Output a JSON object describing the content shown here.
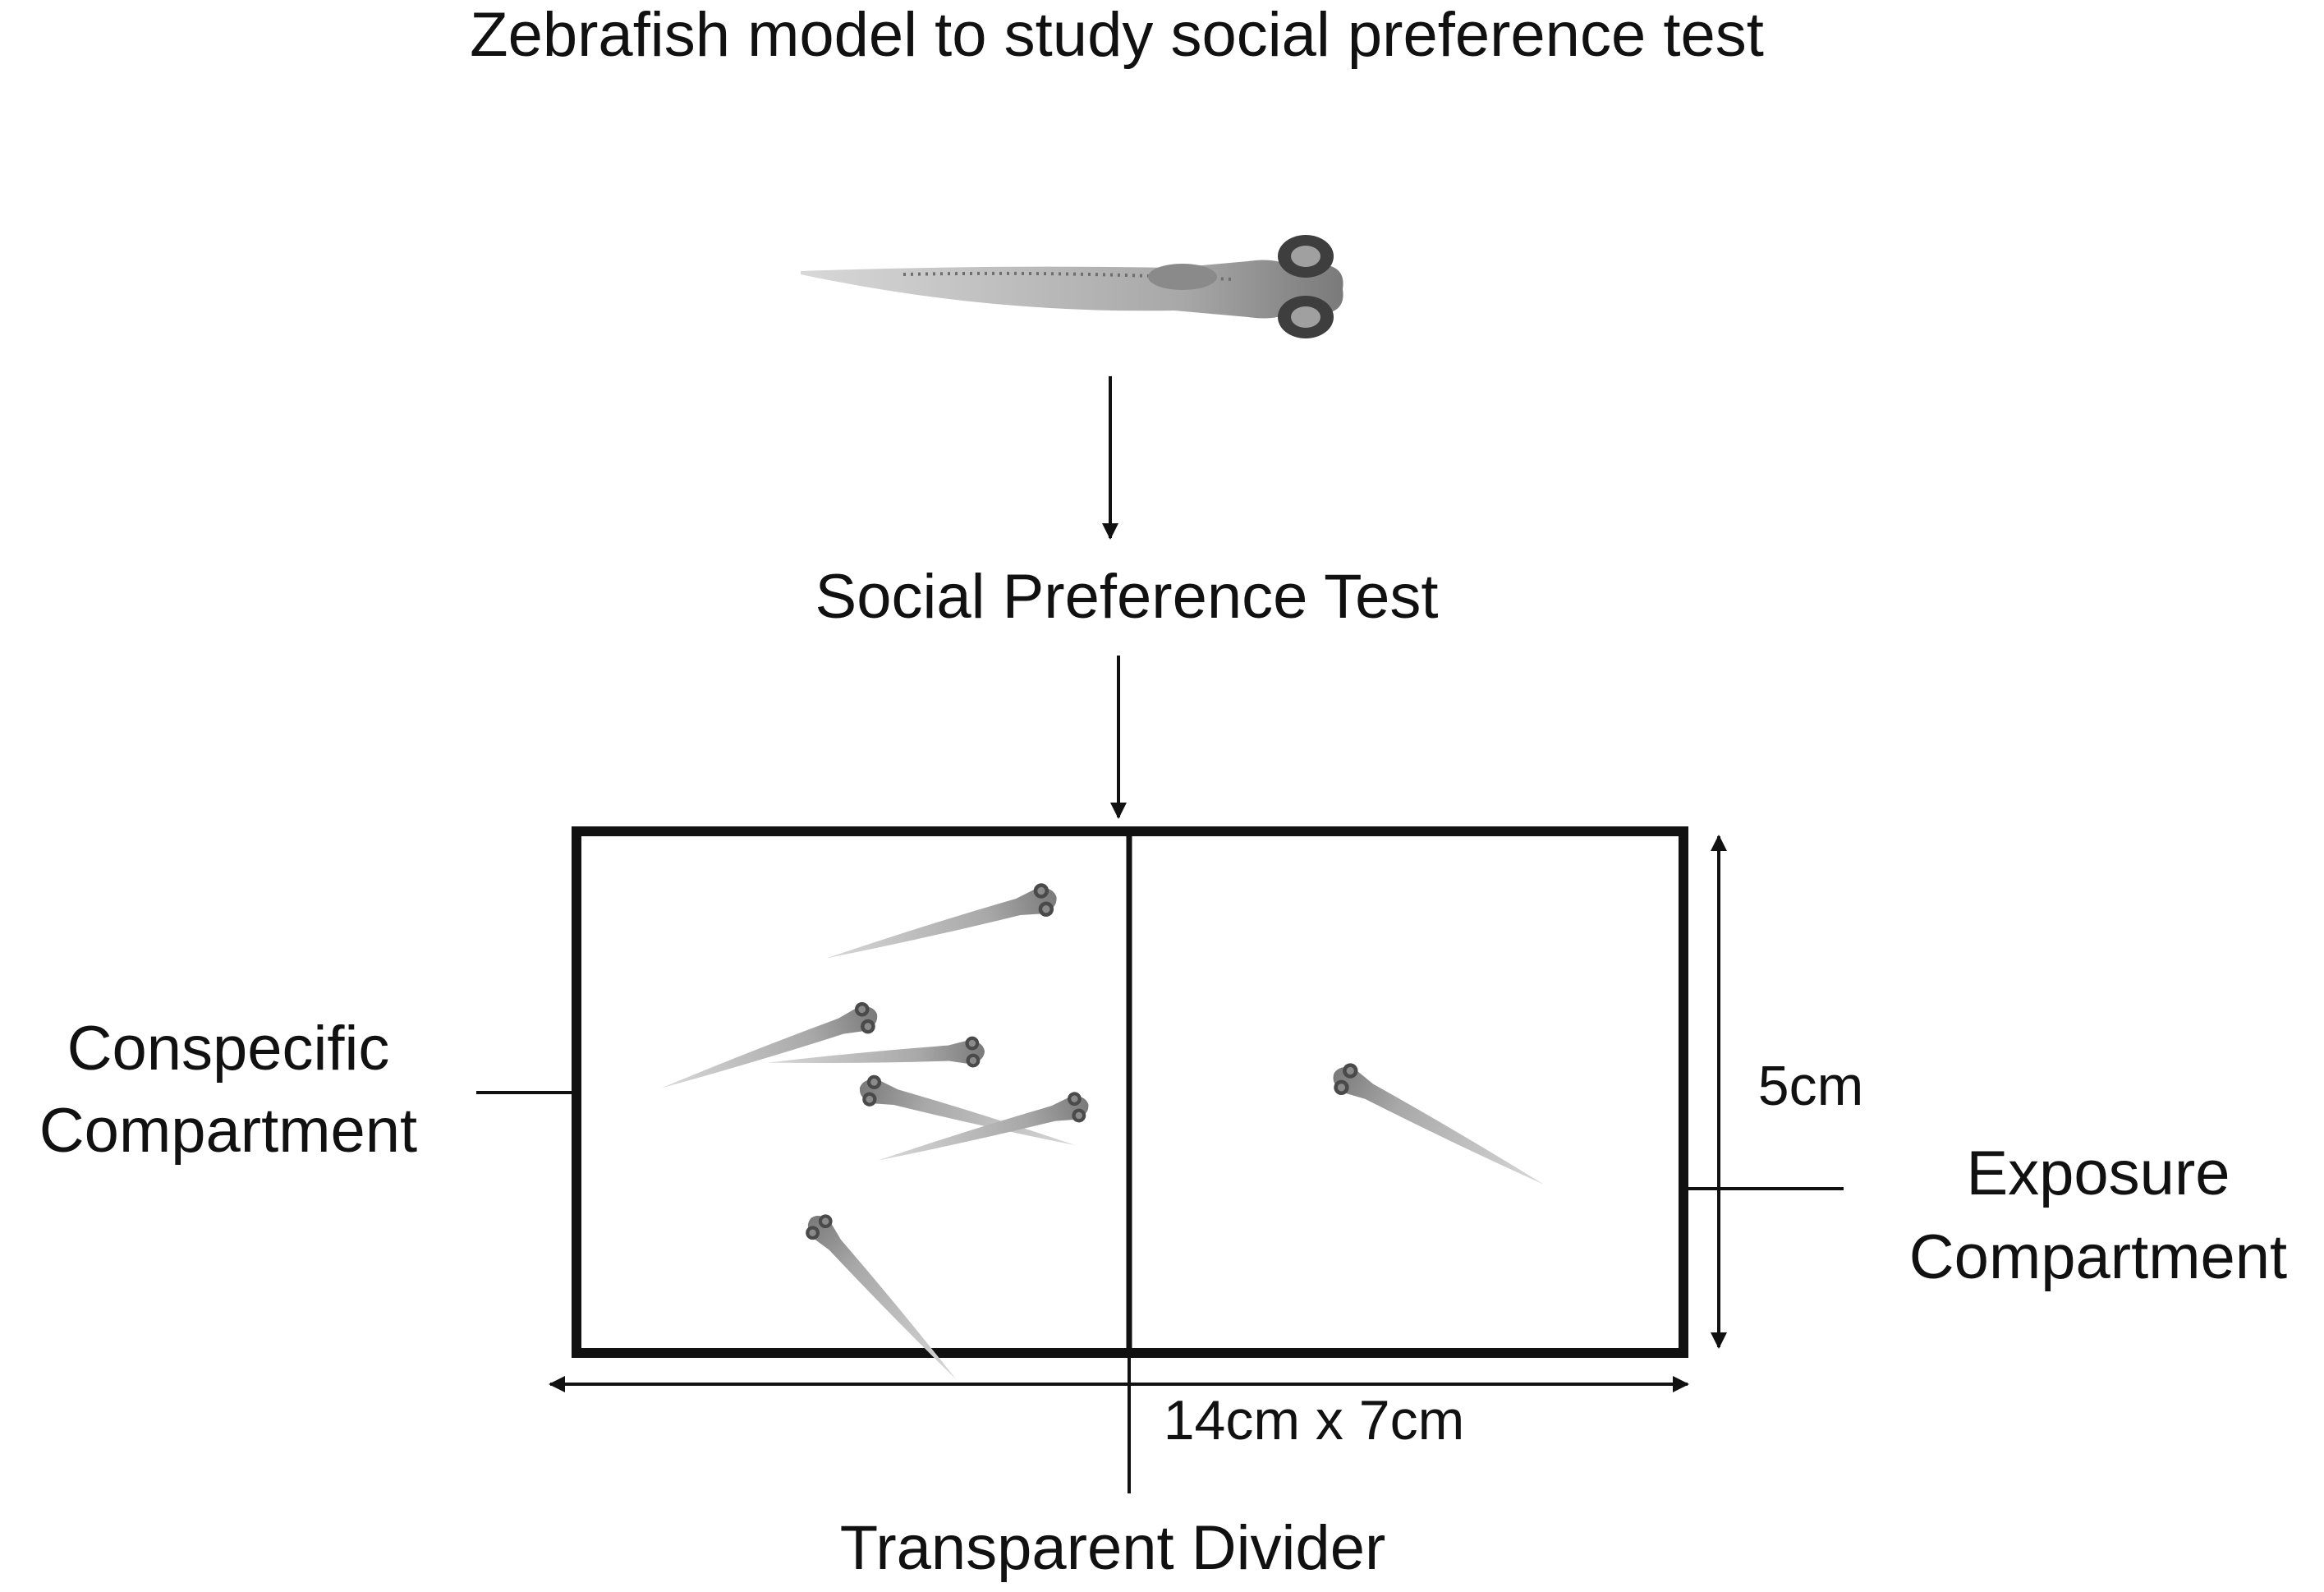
{
  "title": "Zebrafish model to study social preference test",
  "step_label": "Social Preference Test",
  "labels": {
    "left_line1": "Conspecific",
    "left_line2": "Compartment",
    "right_line1": "Exposure",
    "right_line2": "Compartment",
    "height": "5cm",
    "size": "14cm x 7cm",
    "divider": "Transparent Divider"
  },
  "colors": {
    "ink": "#111111",
    "fish_body": "#9a9a9a",
    "fish_eye": "#4a4a4a"
  },
  "icons": {
    "larva": "zebrafish-larva-icon"
  }
}
